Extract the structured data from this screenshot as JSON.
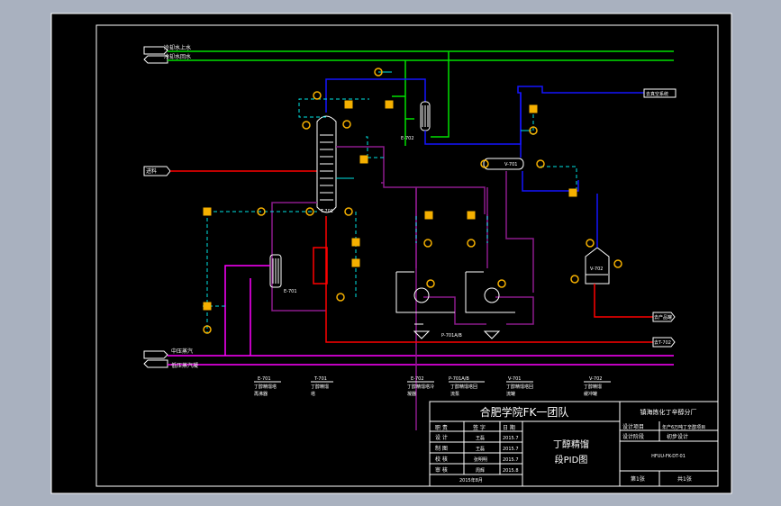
{
  "drawing": {
    "colors": {
      "background": "#000000",
      "frame": "#a9b1bf",
      "cooling_water": "#00e000",
      "vapor": "#1414ff",
      "product": "#ff0000",
      "steam": "#ff00ff",
      "process": "#8c1a8c",
      "signal": "#00e5e5",
      "instrument": "#f5b000"
    },
    "streams": {
      "cw_supply": "冷却水上水",
      "cw_return": "冷却水回水",
      "steam_in": "中压蒸汽",
      "condensate": "低压蒸汽凝",
      "feed": "进料",
      "vacuum": "去真空系统",
      "product1": "去产品罐",
      "product2": "去T-702"
    },
    "equipment_tags": {
      "column": "T-701",
      "condenser": "E-702",
      "reboiler": "E-701",
      "drum": "V-701",
      "tank": "V-702",
      "pumps": "P-701A/B"
    },
    "legend": [
      {
        "tag": "E-701",
        "name": "丁醇精馏塔",
        "name2": "再沸器"
      },
      {
        "tag": "T-701",
        "name": "丁醇精馏",
        "name2": "塔"
      },
      {
        "tag": "E-702",
        "name": "丁醇精馏塔冷",
        "name2": "凝器"
      },
      {
        "tag": "P-701A/B",
        "name": "丁醇精馏塔回",
        "name2": "流泵"
      },
      {
        "tag": "V-701",
        "name": "丁醇精馏塔回",
        "name2": "流罐"
      },
      {
        "tag": "V-702",
        "name": "丁醇精馏",
        "name2": "缓冲罐"
      }
    ]
  },
  "title_block": {
    "org": "合肥学院FK一团队",
    "company": "镇海炼化丁辛醇分厂",
    "drawing_title_1": "丁醇精馏",
    "drawing_title_2": "段PID图",
    "headers": {
      "role": "职 责",
      "sign": "签 字",
      "date": "日 期"
    },
    "rows": [
      {
        "role": "设 计",
        "sign": "王磊",
        "date": "2015.7"
      },
      {
        "role": "制 图",
        "sign": "王磊",
        "date": "2015.7"
      },
      {
        "role": "校 核",
        "sign": "张明明",
        "date": "2015.7"
      },
      {
        "role": "审 核",
        "sign": "周辉",
        "date": "2015.8"
      }
    ],
    "date_footer": "2015年8月",
    "project_label": "设计项目",
    "project_value": "年产6万吨丁辛醇项目",
    "stage_label": "设计阶段",
    "stage_value": "初步设计",
    "drawing_no": "HFUU-FK-DT-01",
    "sheet": "第1张",
    "total": "共1张"
  }
}
